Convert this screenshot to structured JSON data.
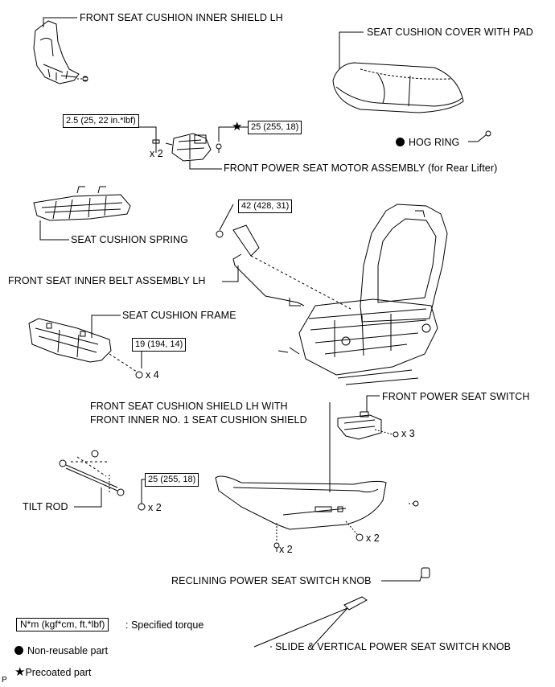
{
  "labels": {
    "inner_shield": "FRONT SEAT CUSHION INNER SHIELD LH",
    "cushion_cover": "SEAT CUSHION COVER WITH PAD",
    "hog_ring": "HOG RING",
    "motor_assembly": "FRONT POWER SEAT MOTOR ASSEMBLY (for Rear Lifter)",
    "cushion_spring": "SEAT CUSHION SPRING",
    "inner_belt": "FRONT SEAT INNER BELT ASSEMBLY LH",
    "cushion_frame": "SEAT CUSHION FRAME",
    "cushion_shield_line1": "FRONT SEAT CUSHION SHIELD LH WITH",
    "cushion_shield_line2": "FRONT INNER NO. 1 SEAT CUSHION SHIELD",
    "seat_switch": "FRONT POWER SEAT SWITCH",
    "tilt_rod": "TILT ROD",
    "reclining_knob": "RECLINING POWER SEAT SWITCH KNOB",
    "slide_knob": "SLIDE & VERTICAL POWER SEAT SWITCH KNOB"
  },
  "torques": {
    "t1": "2.5 (25, 22 in.*lbf)",
    "t2": "25 (255, 18)",
    "t3": "42 (428, 31)",
    "t4": "19 (194, 14)",
    "t5": "25 (255, 18)"
  },
  "quantities": {
    "q1": "x 2",
    "q2": "x 4",
    "q3": "x 3",
    "q4": "x 2",
    "q5": "x 2",
    "q6": "x 2"
  },
  "legend": {
    "torque_box": "N*m (kgf*cm, ft.*lbf)",
    "torque_text": ": Specified torque",
    "nonreusable": "Non-reusable part",
    "precoated": "Precoated part"
  },
  "corner_mark": "P"
}
